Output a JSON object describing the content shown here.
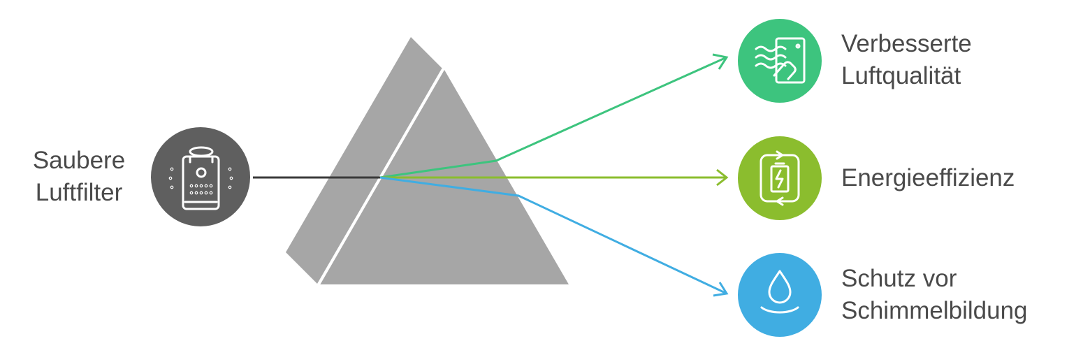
{
  "input": {
    "lines": [
      "Saubere",
      "Luftfilter"
    ],
    "icon": "air-purifier-icon",
    "color": "#5f5f5f"
  },
  "prism": {
    "face_color": "#a6a6a6",
    "edge_color": "#ffffff"
  },
  "outputs": [
    {
      "lines": [
        "Verbesserte",
        "Luftqualität"
      ],
      "icon": "air-quality-window-icon",
      "color": "#3dc47e"
    },
    {
      "lines": [
        "Energieeffizienz"
      ],
      "icon": "battery-recycle-icon",
      "color": "#8bbd2e"
    },
    {
      "lines": [
        "Schutz vor",
        "Schimmelbildung"
      ],
      "icon": "water-drop-icon",
      "color": "#40ade2"
    }
  ],
  "beam_color": "#3a3a3a"
}
